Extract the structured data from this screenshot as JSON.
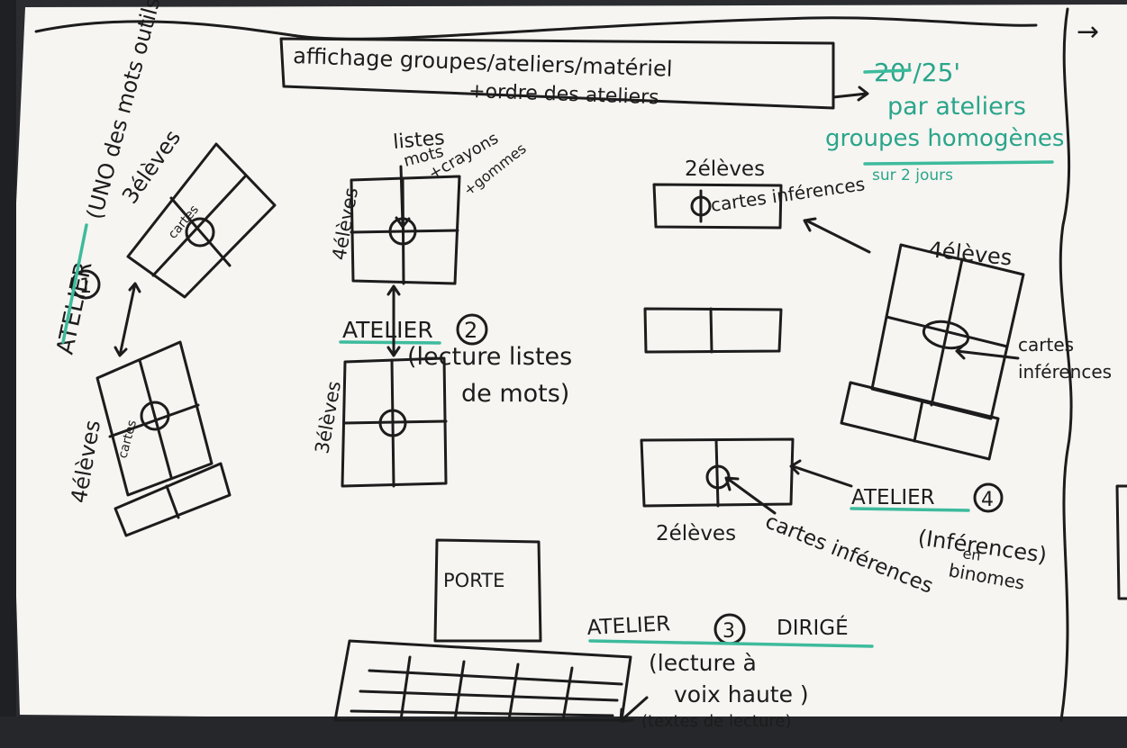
{
  "header": {
    "line1": "affichage groupes/ateliers/matériel",
    "line2": "+ordre des ateliers"
  },
  "side_note": {
    "time": "20'/25'",
    "per": "par ateliers",
    "groups": "groupes homogènes",
    "days": "sur 2 jours"
  },
  "edge_arrow": "→",
  "atelier1": {
    "title": "ATELIER",
    "number": "1",
    "desc": "(UNO des mots outils)",
    "students_top": "3élèves",
    "students_bottom": "4élèves",
    "card_top": "cartes",
    "card_bottom": "cartes"
  },
  "atelier2": {
    "title": "ATELIER",
    "number": "2",
    "desc_line1": "(lecture listes",
    "desc_line2": "de mots)",
    "materials_line1": "listes",
    "materials_line2": "mots",
    "materials_line3": "+crayons",
    "materials_line4": "+gommes",
    "students_top": "4élèves",
    "students_bottom": "3élèves"
  },
  "atelier3": {
    "title": "ATELIER",
    "number": "3",
    "qualifier": "DIRIGÉ",
    "desc_line1": "(lecture à",
    "desc_line2": "voix haute )",
    "desc_line3": "(textes de lecture)",
    "door": "PORTE"
  },
  "atelier4": {
    "title": "ATELIER",
    "number": "4",
    "desc_line1": "(Inférences)",
    "desc_line2": "en",
    "desc_line3": "binomes",
    "students_top": "2élèves",
    "students_bottom": "2élèves",
    "cards_top": "cartes inférences",
    "cards_bottom": "cartes inférences",
    "students_right": "4élèves",
    "cards_right_line1": "cartes",
    "cards_right_line2": "inférences"
  }
}
